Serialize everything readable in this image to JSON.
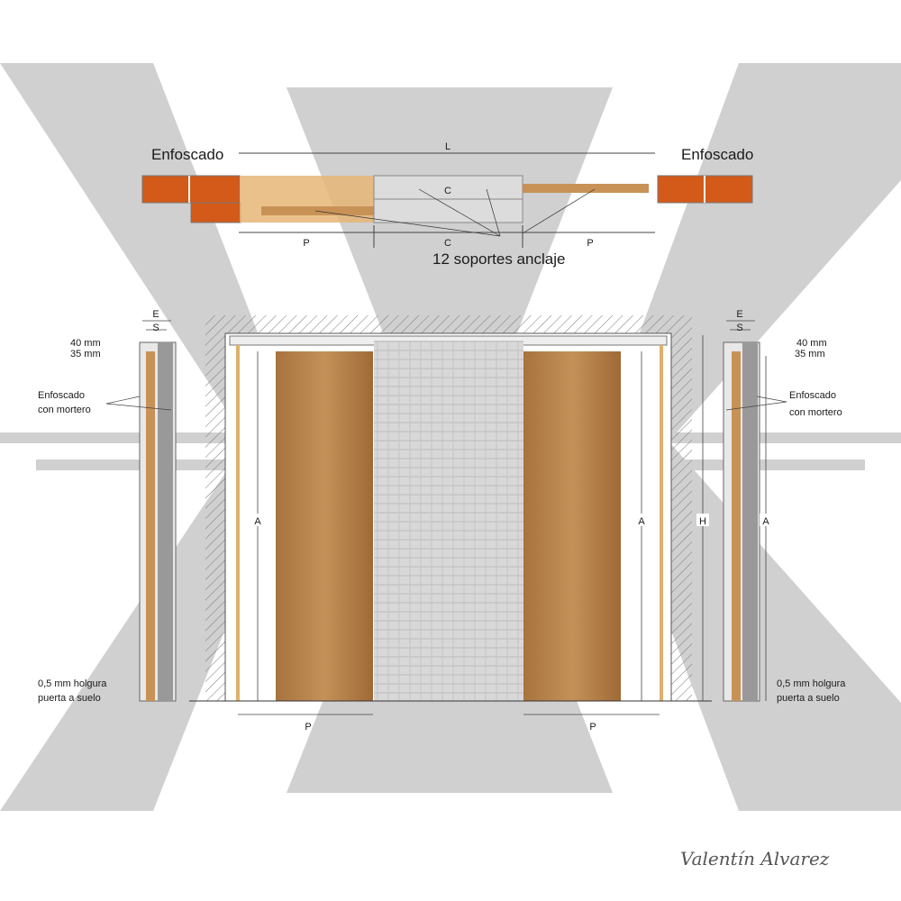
{
  "plan_view": {
    "label_left": "Enfoscado",
    "label_right": "Enfoscado",
    "dim_total": "L",
    "dim_center_top": "C",
    "dim_center_bottom": "C",
    "dim_left": "P",
    "dim_right": "P",
    "callout": "12 soportes anclaje"
  },
  "left_section": {
    "dim_e": "E",
    "dim_s": "S",
    "dim_top1": "40 mm",
    "dim_top2": "35 mm",
    "note_render": "Enfoscado\ncon mortero",
    "note_render_line1": "Enfoscado",
    "note_render_line2": "con mortero",
    "note_gap_line1": "0,5 mm holgura",
    "note_gap_line2": "puerta a suelo"
  },
  "right_section": {
    "dim_e": "E",
    "dim_s": "S",
    "dim_top1": "40 mm",
    "dim_top2": "35 mm",
    "note_render_line1": "Enfoscado",
    "note_render_line2": "con mortero",
    "note_gap_line1": "0,5 mm holgura",
    "note_gap_line2": "puerta a suelo",
    "dim_a": "A"
  },
  "elevation": {
    "dim_a_left": "A",
    "dim_a_right": "A",
    "dim_h": "H",
    "dim_p_left": "P",
    "dim_p_right": "P"
  },
  "signature": "Valentín Alvarez",
  "colors": {
    "wood": "#b5824a",
    "frame": "#e0b06a",
    "brick": "#d35a18",
    "glass": "#cfcfcf",
    "watermark": "#cccccc"
  }
}
